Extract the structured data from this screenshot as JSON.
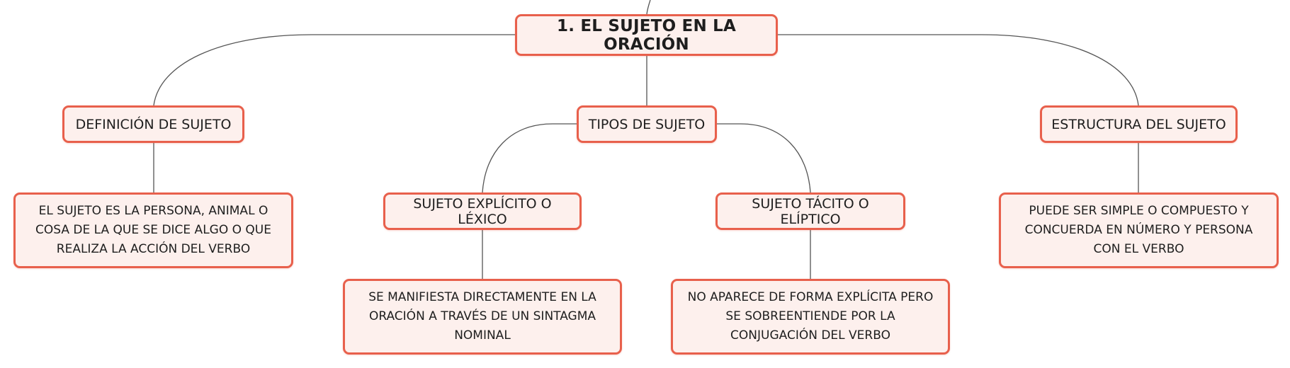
{
  "diagram": {
    "root": {
      "label": "1. EL SUJETO EN LA ORACIÓN"
    },
    "branches": {
      "definicion": {
        "label": "DEFINICIÓN DE SUJETO",
        "detail": "EL SUJETO ES LA PERSONA, ANIMAL O COSA DE LA QUE SE DICE ALGO O QUE REALIZA LA ACCIÓN DEL VERBO"
      },
      "tipos": {
        "label": "TIPOS DE SUJETO",
        "children": {
          "explicito": {
            "label": "SUJETO EXPLÍCITO O LÉXICO",
            "detail": "SE MANIFIESTA DIRECTAMENTE EN LA ORACIÓN A TRAVÉS DE UN SINTAGMA NOMINAL"
          },
          "tacito": {
            "label": "SUJETO TÁCITO O ELÍPTICO",
            "detail": "NO APARECE DE FORMA EXPLÍCITA PERO SE SOBREENTIENDE POR LA CONJUGACIÓN DEL VERBO"
          }
        }
      },
      "estructura": {
        "label": "ESTRUCTURA DEL SUJETO",
        "detail": "PUEDE SER SIMPLE O COMPUESTO Y CONCUERDA EN NÚMERO Y PERSONA CON EL VERBO"
      }
    }
  },
  "colors": {
    "node_border": "#e8604c",
    "node_fill": "#fdf0ed",
    "connector": "#555555",
    "text": "#1e1e1e"
  }
}
